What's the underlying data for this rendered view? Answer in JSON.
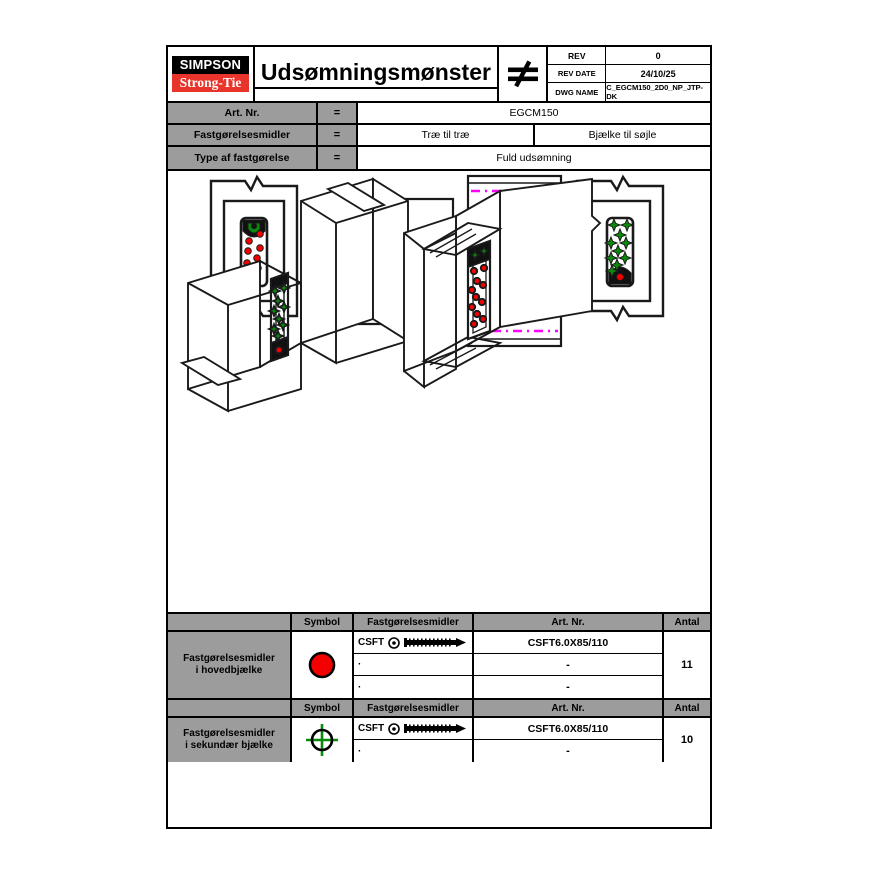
{
  "header": {
    "logo_top": "SIMPSON",
    "logo_bottom": "Strong-Tie",
    "title": "Udsømningsmønster",
    "symbol_name": "not-equal-symbol",
    "rev_label": "REV",
    "rev_value": "0",
    "rev_date_label": "REV DATE",
    "rev_date_value": "24/10/25",
    "dwg_name_label": "DWG NAME",
    "dwg_name_value": "C_EGCM150_2D0_NP_JTP-DK"
  },
  "spec": {
    "rows": [
      {
        "label": "Art. Nr.",
        "equals": "=",
        "values": [
          "EGCM150"
        ]
      },
      {
        "label": "Fastgørelsesmidler",
        "equals": "=",
        "values": [
          "Træ til træ",
          "Bjælke til søjle"
        ]
      },
      {
        "label": "Type af fastgørelse",
        "equals": "=",
        "values": [
          "Fuld udsømning"
        ]
      }
    ]
  },
  "fastener_tables": [
    {
      "description": "Fastgørelsesmidler\ni hovedbjælke",
      "description_line1": "Fastgørelsesmidler",
      "description_line2": "i hovedbjælke",
      "symbol": "red-filled-circle",
      "symbol_color": "#f50000",
      "columns": {
        "symbol": "Symbol",
        "fastener": "Fastgørelsesmidler",
        "article": "Art. Nr.",
        "quantity": "Antal"
      },
      "rows": [
        {
          "fastener": "CSFT",
          "article": "CSFT6.0X85/110"
        },
        {
          "fastener": "·",
          "article": "-"
        },
        {
          "fastener": "·",
          "article": "-"
        }
      ],
      "quantity": "11"
    },
    {
      "description_line1": "Fastgørelsesmidler",
      "description_line2": "i sekundær bjælke",
      "symbol": "green-crosshair-circle",
      "symbol_color": "#0a8a0a",
      "columns": {
        "symbol": "Symbol",
        "fastener": "Fastgørelsesmidler",
        "article": "Art. Nr.",
        "quantity": "Antal"
      },
      "rows": [
        {
          "fastener": "CSFT",
          "article": "CSFT6.0X85/110"
        },
        {
          "fastener": "·",
          "article": "-"
        }
      ],
      "quantity": "10"
    }
  ],
  "drawing": {
    "views": [
      {
        "name": "front-elevation-left",
        "fastener_marks": "red-dots"
      },
      {
        "name": "side-section-center",
        "centerline_color": "#ff00ff"
      },
      {
        "name": "front-elevation-right",
        "fastener_marks": "green-crosses"
      },
      {
        "name": "isometric-beam-to-column-left",
        "fastener_marks": "green-crosses"
      },
      {
        "name": "isometric-beam-to-beam-right",
        "fastener_marks": "red-dots"
      }
    ],
    "colors": {
      "red": "#f50000",
      "green": "#0a8a0a",
      "magenta": "#ff00ff",
      "line": "#1a1a1a"
    }
  }
}
